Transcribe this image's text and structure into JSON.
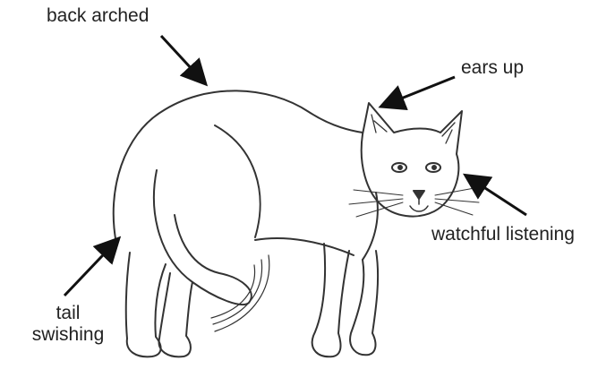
{
  "labels": {
    "back_arched": "back arched",
    "ears_up": "ears up",
    "watchful_listening": "watchful listening",
    "tail_line1": "tail",
    "tail_line2": "swishing"
  },
  "colors": {
    "outline": "#333333",
    "text": "#222222",
    "background": "#ffffff"
  }
}
